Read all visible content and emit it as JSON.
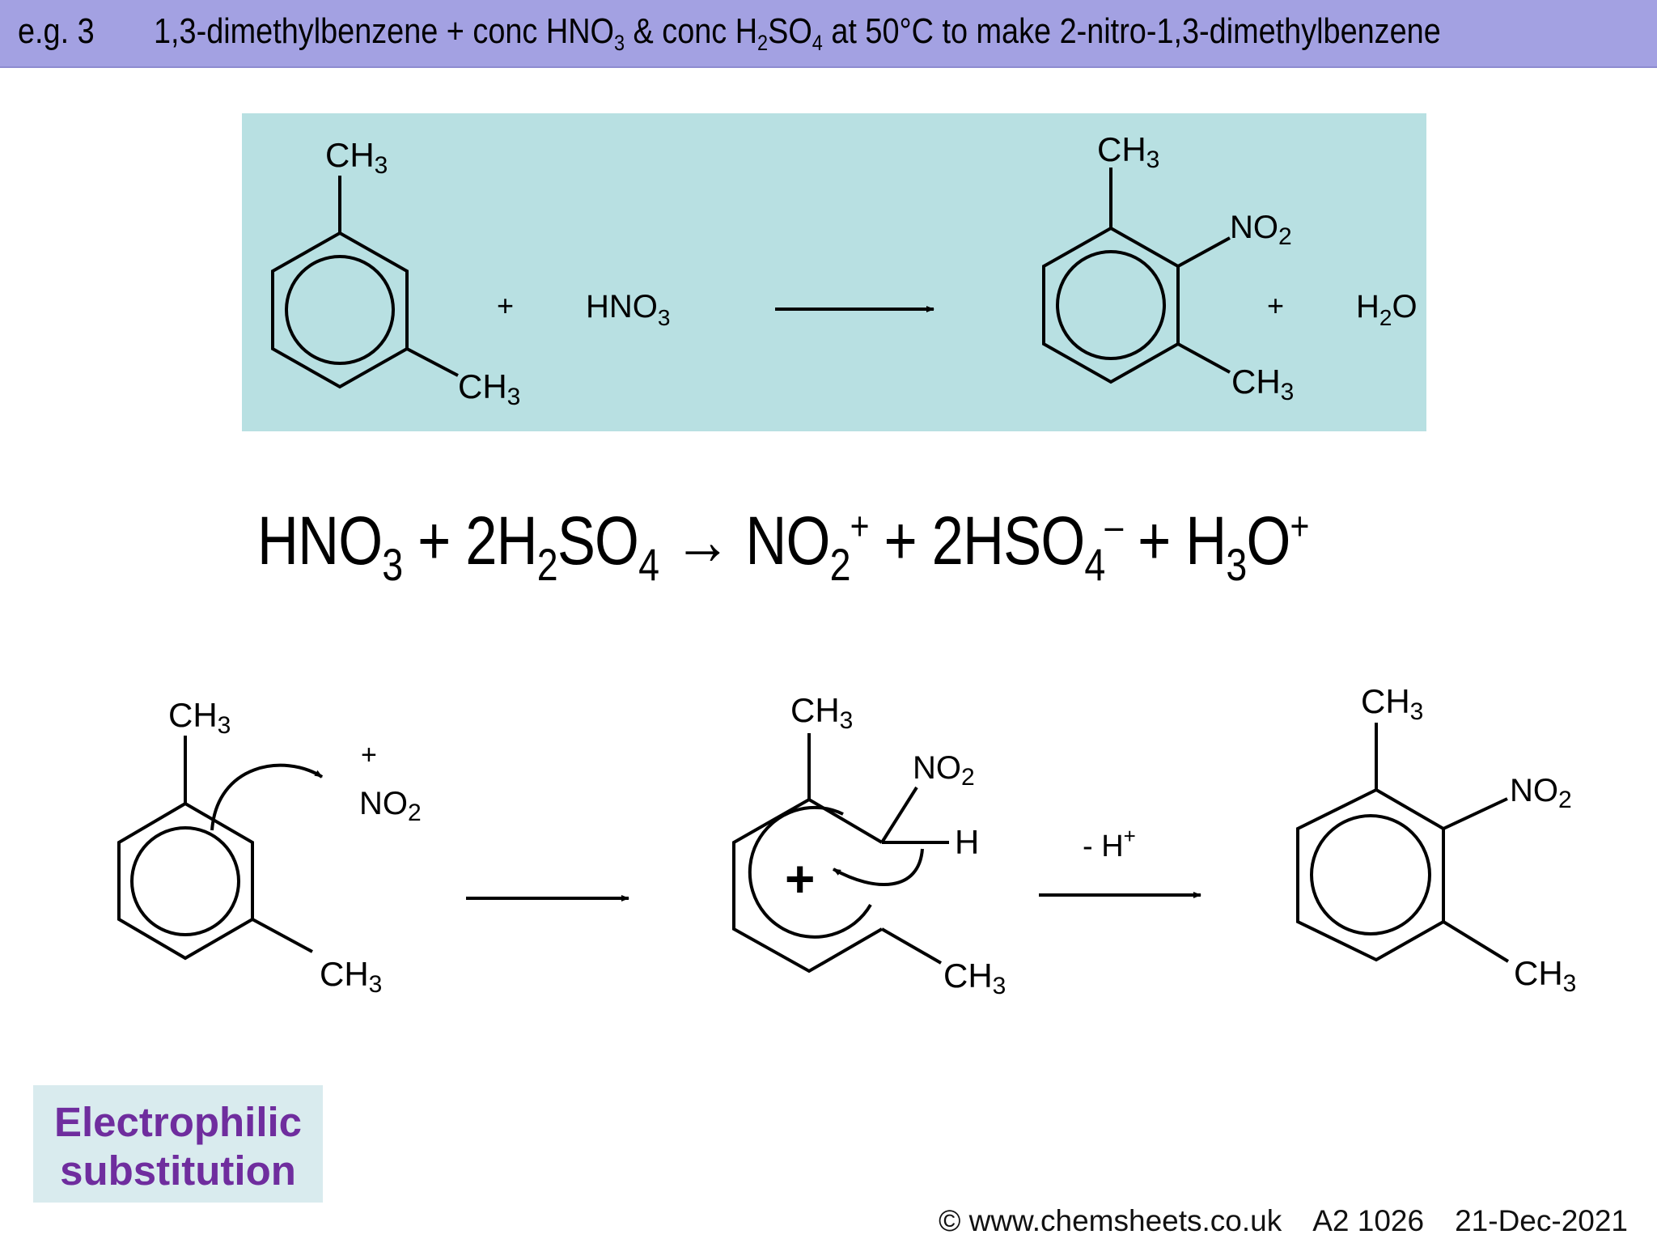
{
  "header": {
    "example_label": "e.g. 3",
    "title_parts": [
      "1,3-dimethylbenzene + conc HNO",
      "3",
      " & conc H",
      "2",
      "SO",
      "4",
      " at 50°C to make 2-nitro-1,3-dimethylbenzene"
    ]
  },
  "overall_reaction": {
    "reactant1_substituents": [
      "CH3",
      "CH3"
    ],
    "plus_1": "+",
    "reactant2": "HNO3",
    "product_substituents": [
      "CH3",
      "NO2",
      "CH3"
    ],
    "plus_2": "+",
    "byproduct": "H2O"
  },
  "ionic_equation": {
    "parts": [
      "HNO",
      "3",
      " + 2H",
      "2",
      "SO",
      "4",
      " → NO",
      "2",
      "+",
      " + 2HSO",
      "4",
      "–",
      " + H",
      "3",
      "O",
      "+"
    ]
  },
  "mechanism": {
    "step1_substituents": [
      "CH3",
      "CH3"
    ],
    "electrophile_charge": "+",
    "electrophile": "NO2",
    "intermediate_substituents": [
      "CH3",
      "NO2",
      "H",
      "CH3"
    ],
    "intermediate_charge": "+",
    "step2_label": "- H+",
    "product_substituents": [
      "CH3",
      "NO2",
      "CH3"
    ]
  },
  "mechanism_type": {
    "line1": "Electrophilic",
    "line2": "substitution"
  },
  "footer": {
    "copyright": "© www.chemsheets.co.uk",
    "code": "A2 1026",
    "date": "21-Dec-2021"
  },
  "colors": {
    "header_bg": "#a3a1e2",
    "panel_bg": "#b8e0e2",
    "label_bg": "#d9ebee",
    "label_text": "#6f2d9e"
  }
}
